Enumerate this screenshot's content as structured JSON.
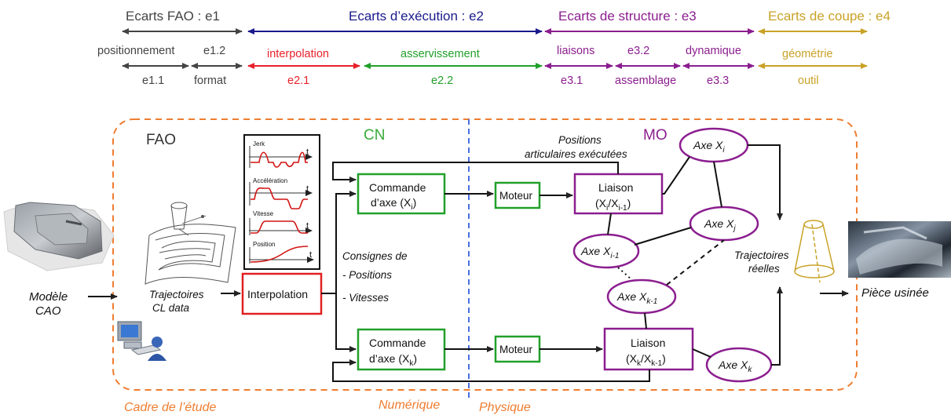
{
  "colors": {
    "e1": "#444444",
    "e2_header": "#1a1a8c",
    "e2_1": "#e8212b",
    "e2_2": "#22a02a",
    "e3": "#8b1e8f",
    "e4": "#c9a227",
    "frame": "#ee7d30",
    "separator": "#4a6fe0",
    "cn_label": "#3aab3a"
  },
  "header": {
    "e1": "Ecarts FAO : e1",
    "e2": "Ecarts d’exécution : e2",
    "e3": "Ecarts de structure : e3",
    "e4": "Ecarts de coupe : e4",
    "positionnement": "positionnement",
    "e1_2": "e1.2",
    "e1_1": "e1.1",
    "format": "format",
    "interpolation": "interpolation",
    "e2_1": "e2.1",
    "asservissement": "asservissement",
    "e2_2": "e2.2",
    "liaisons": "liaisons",
    "e3_1": "e3.1",
    "e3_2": "e3.2",
    "assemblage": "assemblage",
    "dynamique": "dynamique",
    "e3_3": "e3.3",
    "geometrie": "géométrie",
    "outil": "outil"
  },
  "diagram": {
    "fao": "FAO",
    "cn": "CN",
    "mo": "MO",
    "cadre": "Cadre de l’étude",
    "numerique": "Numérique",
    "physique": "Physique",
    "modele_l1": "Modèle",
    "modele_l2": "CAO",
    "traj_l1": "Trajectoires",
    "traj_l2": "CL data",
    "interpolation_box": "Interpolation",
    "consignes_l1": "Consignes de",
    "consignes_l2": "- Positions",
    "consignes_l3": "- Vitesses",
    "commande_l1": "Commande",
    "commande_i_l2": "d’axe (X",
    "sub_i": "i",
    "sub_k": "k",
    "sub_i1": "i-1",
    "sub_k1": "k-1",
    "sub_j": "j",
    "close_paren": ")",
    "moteur": "Moteur",
    "liaison": "Liaison",
    "liaison_i_l2a": "(X",
    "slash_x": "/X",
    "positions_l1": "Positions",
    "positions_l2": "articulaires exécutées",
    "axe_x": "Axe X",
    "traj_reelles_l1": "Trajectoires",
    "traj_reelles_l2": "réelles",
    "piece": "Pièce usinée",
    "graph_jerk": "Jerk",
    "graph_acc": "Accélération",
    "graph_vit": "Vitesse",
    "graph_pos": "Position",
    "t": "t"
  }
}
